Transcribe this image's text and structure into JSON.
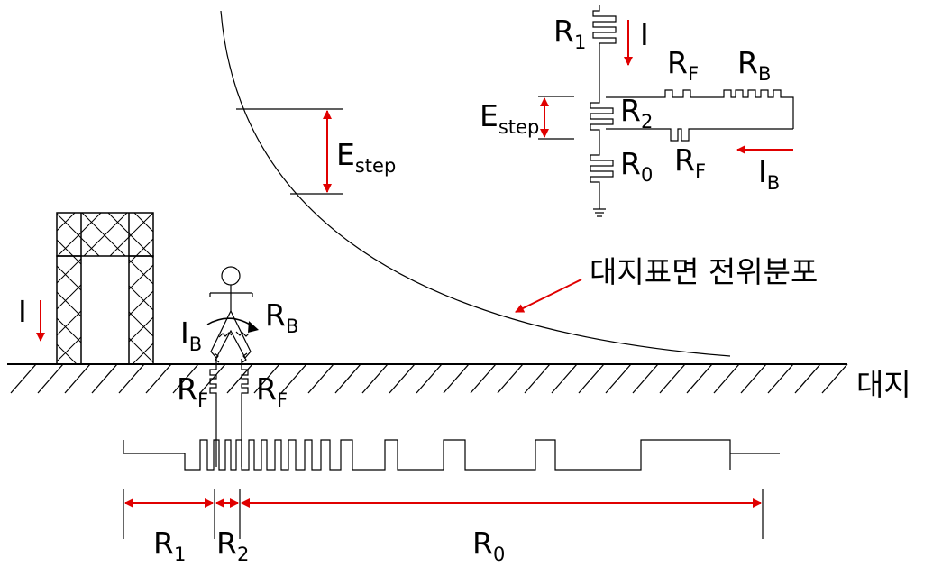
{
  "labels": {
    "tower_current": "I",
    "circuit_current": "I",
    "estep_main": "E",
    "estep_circuit": "E",
    "estep_sub": "step",
    "ib_person": "I",
    "ib_circuit": "I",
    "rb_person": "R",
    "rb_circuit": "R",
    "rf_left": "R",
    "rf_right": "R",
    "rf_circuit_top": "R",
    "rf_circuit_bottom": "R",
    "r1_circuit": "R",
    "r2_circuit": "R",
    "r0_circuit": "R",
    "r1_dim": "R",
    "r2_dim": "R",
    "r0_dim": "R",
    "sub_b": "B",
    "sub_f": "F",
    "sub_1": "1",
    "sub_2": "2",
    "sub_0": "0",
    "potential_curve": "대지표면 전위분포",
    "ground": "대지"
  },
  "colors": {
    "line": "#000000",
    "arrow": "#e00000"
  }
}
